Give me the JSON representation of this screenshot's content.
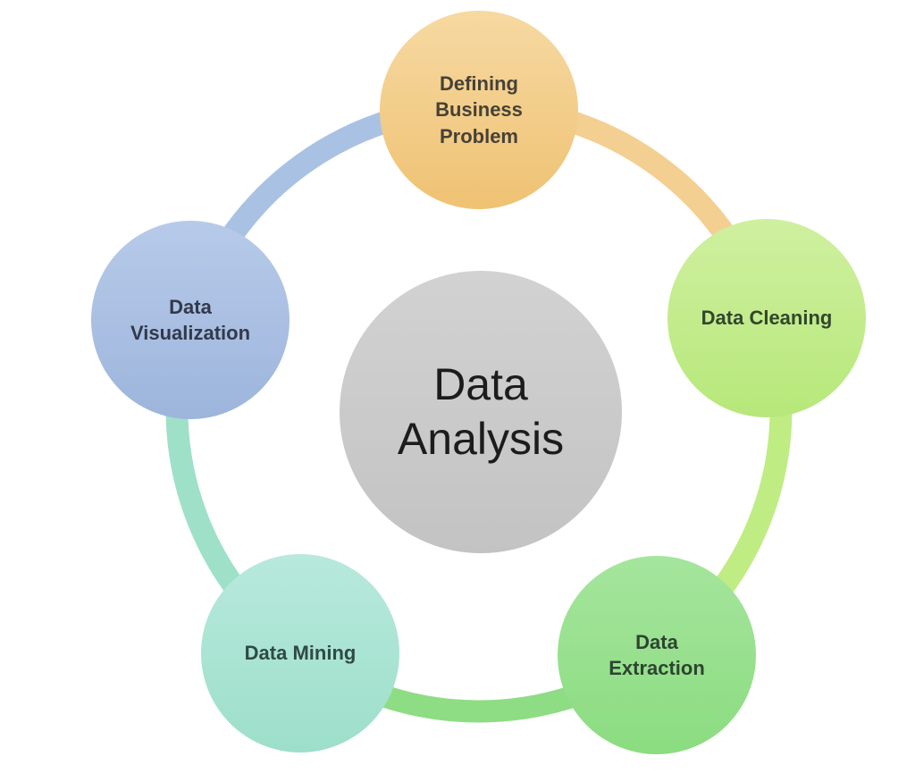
{
  "diagram": {
    "type": "cycle-diagram",
    "center": {
      "id": "data-analysis",
      "label": "Data\nAnalysis",
      "color_top": "#d2d2d2",
      "color_bottom": "#c3c3c3",
      "text_color": "#1c1c1c"
    },
    "nodes": [
      {
        "id": "defining-business-problem",
        "label": "Defining\nBusiness\nProblem",
        "position": "top",
        "color_top": "#f6d9a2",
        "color_bottom": "#efc273",
        "text_color": "#474136"
      },
      {
        "id": "data-cleaning",
        "label": "Data Cleaning",
        "position": "right",
        "color_top": "#cff0a0",
        "color_bottom": "#b7e87a",
        "text_color": "#32462c"
      },
      {
        "id": "data-extraction",
        "label": "Data\nExtraction",
        "position": "bottom-right",
        "color_top": "#a5e59d",
        "color_bottom": "#8bdc80",
        "text_color": "#2d4530"
      },
      {
        "id": "data-mining",
        "label": "Data Mining",
        "position": "bottom-left",
        "color_top": "#b8e9dc",
        "color_bottom": "#9ddfca",
        "text_color": "#2f4a44"
      },
      {
        "id": "data-visualization",
        "label": "Data\nVisualization",
        "position": "left",
        "color_top": "#b7cae9",
        "color_bottom": "#9db5dc",
        "text_color": "#33394a"
      }
    ],
    "segments": [
      {
        "from": "defining-business-problem",
        "to": "data-cleaning",
        "color": "#f4cf92"
      },
      {
        "from": "data-cleaning",
        "to": "data-extraction",
        "color": "#c0ec84"
      },
      {
        "from": "data-extraction",
        "to": "data-mining",
        "color": "#8edd84"
      },
      {
        "from": "data-mining",
        "to": "data-visualization",
        "color": "#9fe0c9"
      },
      {
        "from": "data-visualization",
        "to": "defining-business-problem",
        "color": "#a9c2e4"
      }
    ]
  }
}
